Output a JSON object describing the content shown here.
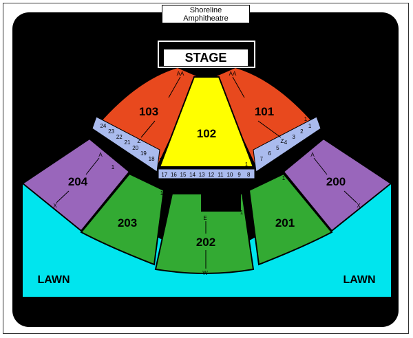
{
  "venue": {
    "line1": "Shoreline",
    "line2": "Amphitheatre"
  },
  "stage": {
    "label": "STAGE"
  },
  "sections": {
    "s101": {
      "label": "101",
      "row_top": "AA",
      "row_mid": "Z",
      "row_start": "1",
      "color": "#e8491e"
    },
    "s102": {
      "label": "102",
      "row_start": "1",
      "color": "#ffff00"
    },
    "s103": {
      "label": "103",
      "row_top": "AA",
      "row_mid": "Z",
      "row_start": "1",
      "color": "#e8491e"
    },
    "s200": {
      "label": "200",
      "row_top": "A",
      "row_bottom": "X",
      "row_start": "1",
      "color": "#9966bb"
    },
    "s201": {
      "label": "201",
      "row_start": "1",
      "color": "#33aa33"
    },
    "s202": {
      "label": "202",
      "row_top": "E",
      "row_bottom": "W",
      "row_start": "1",
      "color": "#33aa33"
    },
    "s203": {
      "label": "203",
      "row_start": "1",
      "color": "#33aa33"
    },
    "s204": {
      "label": "204",
      "row_top": "A",
      "row_bottom": "X",
      "row_start": "1",
      "color": "#9966bb"
    }
  },
  "lawn": {
    "left_label": "LAWN",
    "right_label": "LAWN",
    "color": "#00e5ee"
  },
  "box_rows": {
    "left": [
      "24",
      "23",
      "22",
      "21",
      "20",
      "19",
      "18"
    ],
    "center": [
      "17",
      "16",
      "15",
      "14",
      "13",
      "12",
      "11",
      "10",
      "9",
      "8"
    ],
    "right": [
      "7",
      "6",
      "5",
      "4",
      "3",
      "2",
      "1"
    ],
    "color": "#aabbee"
  },
  "colors": {
    "background": "#000000"
  }
}
